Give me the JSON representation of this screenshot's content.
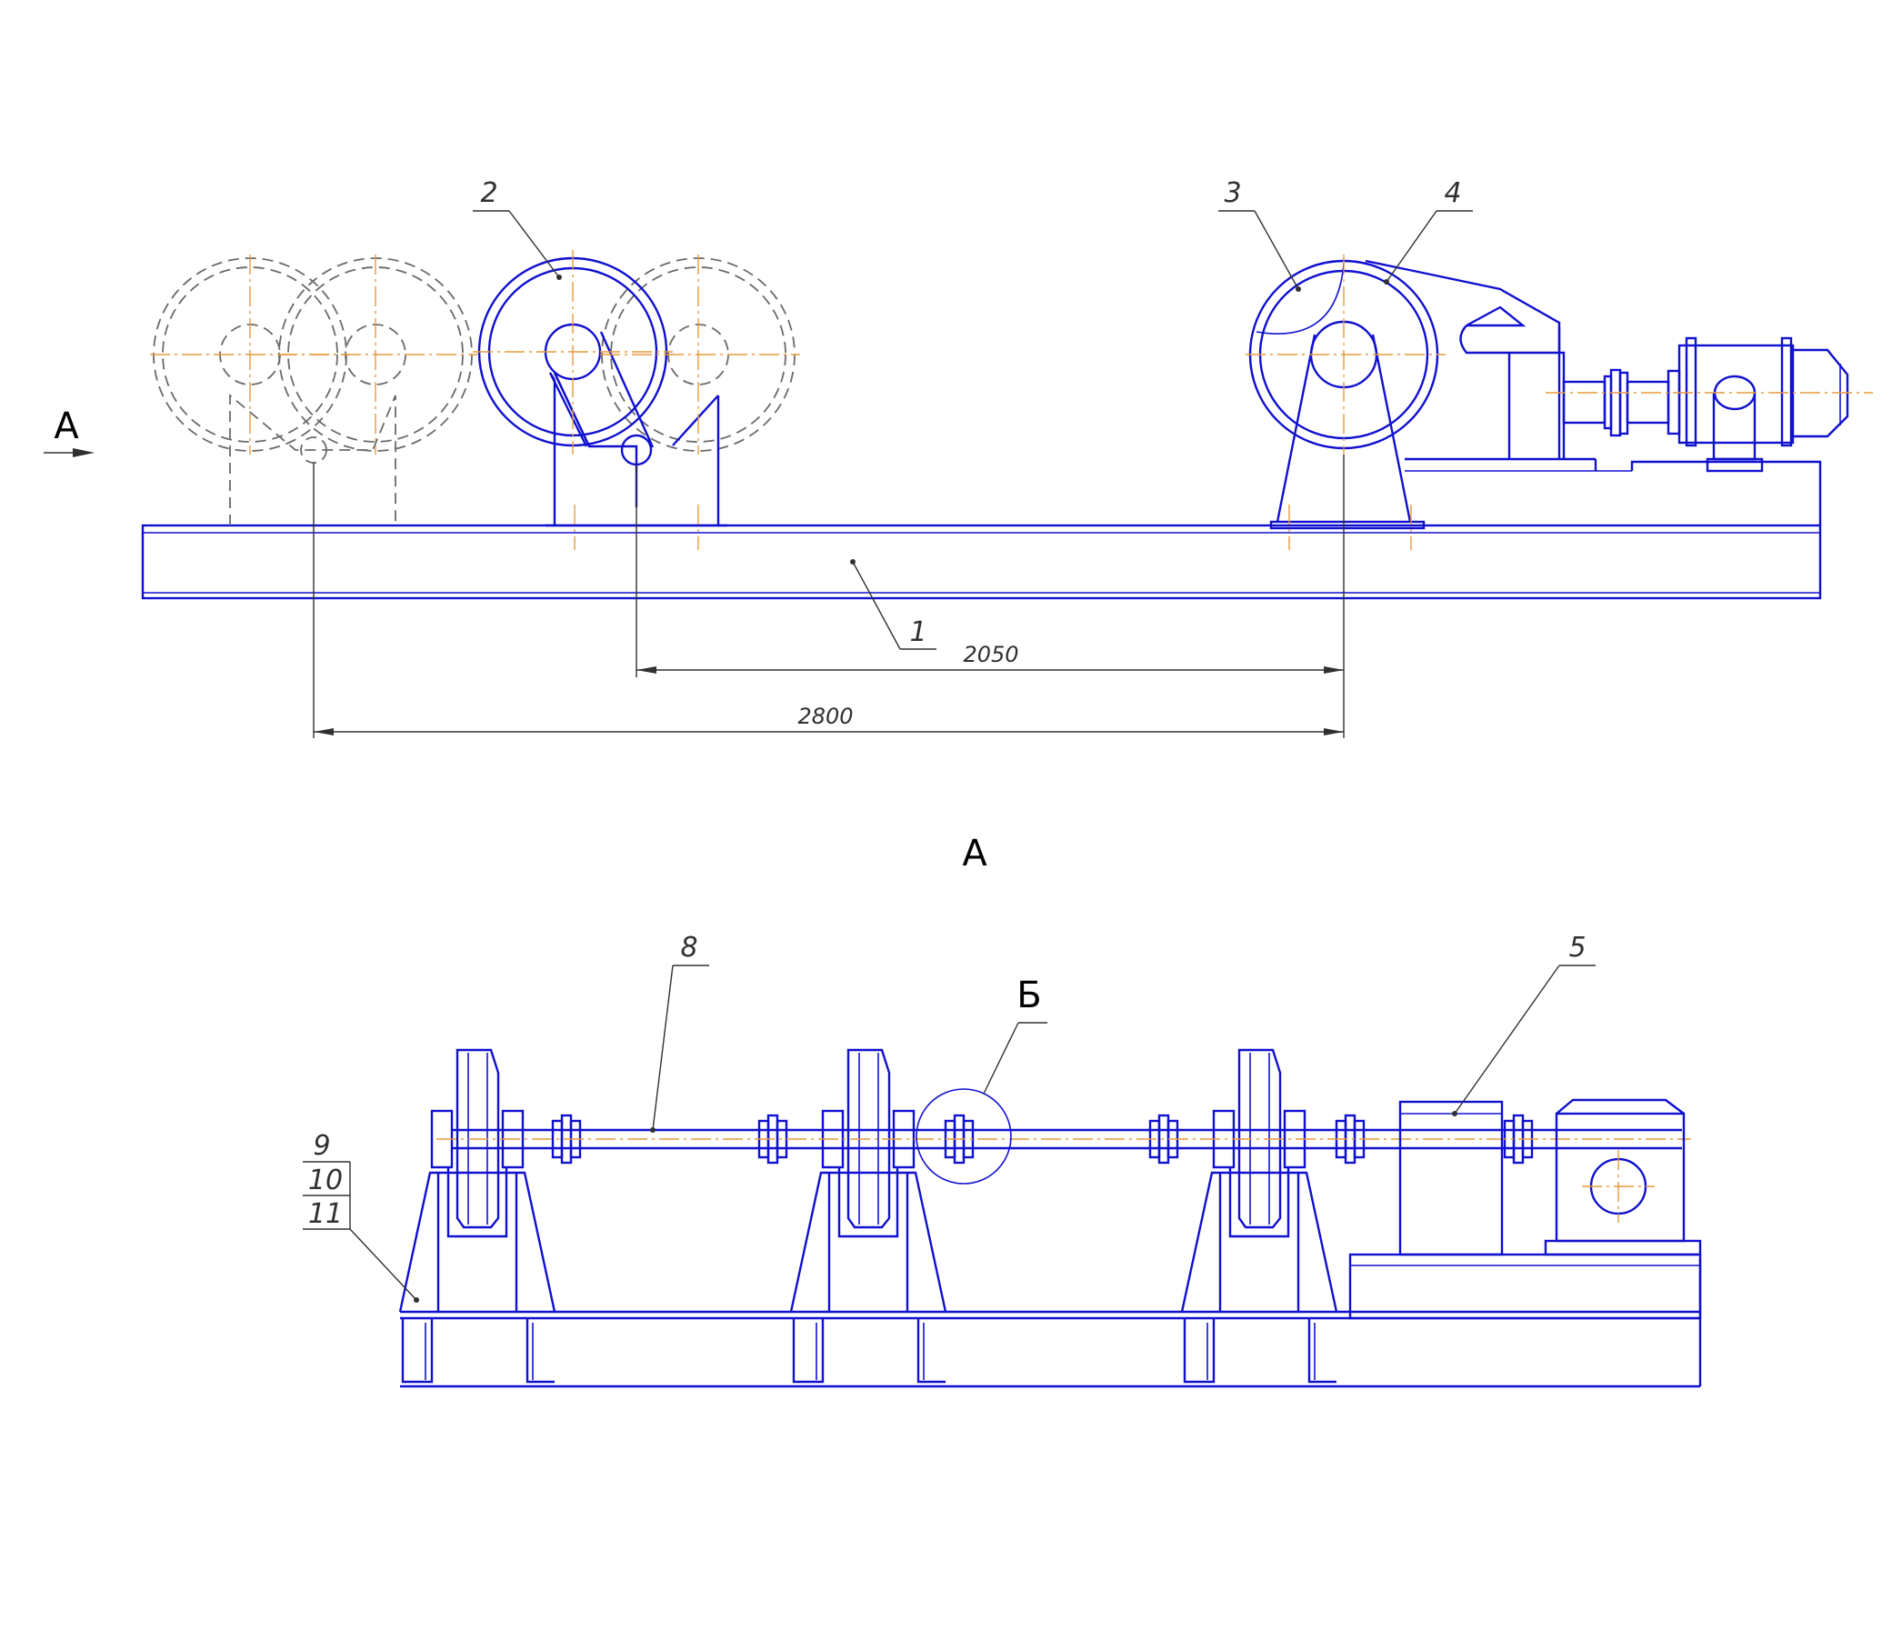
{
  "colors": {
    "main": "#1010d0",
    "hidden": "#6a6a6a",
    "center": "#e69a3c",
    "dim": "#303030"
  },
  "side_view": {
    "view_arrow_label": "А",
    "callouts": {
      "frame": "1",
      "idler_roller": "2",
      "drive_roller": "3",
      "gearbox": "4"
    },
    "dimensions": {
      "short": "2050",
      "long": "2800"
    }
  },
  "plan_view": {
    "title": "А",
    "callouts": {
      "motor": "5",
      "shaft": "8",
      "part9": "9",
      "part10": "10",
      "part11": "11"
    },
    "detail_label": "Б"
  }
}
